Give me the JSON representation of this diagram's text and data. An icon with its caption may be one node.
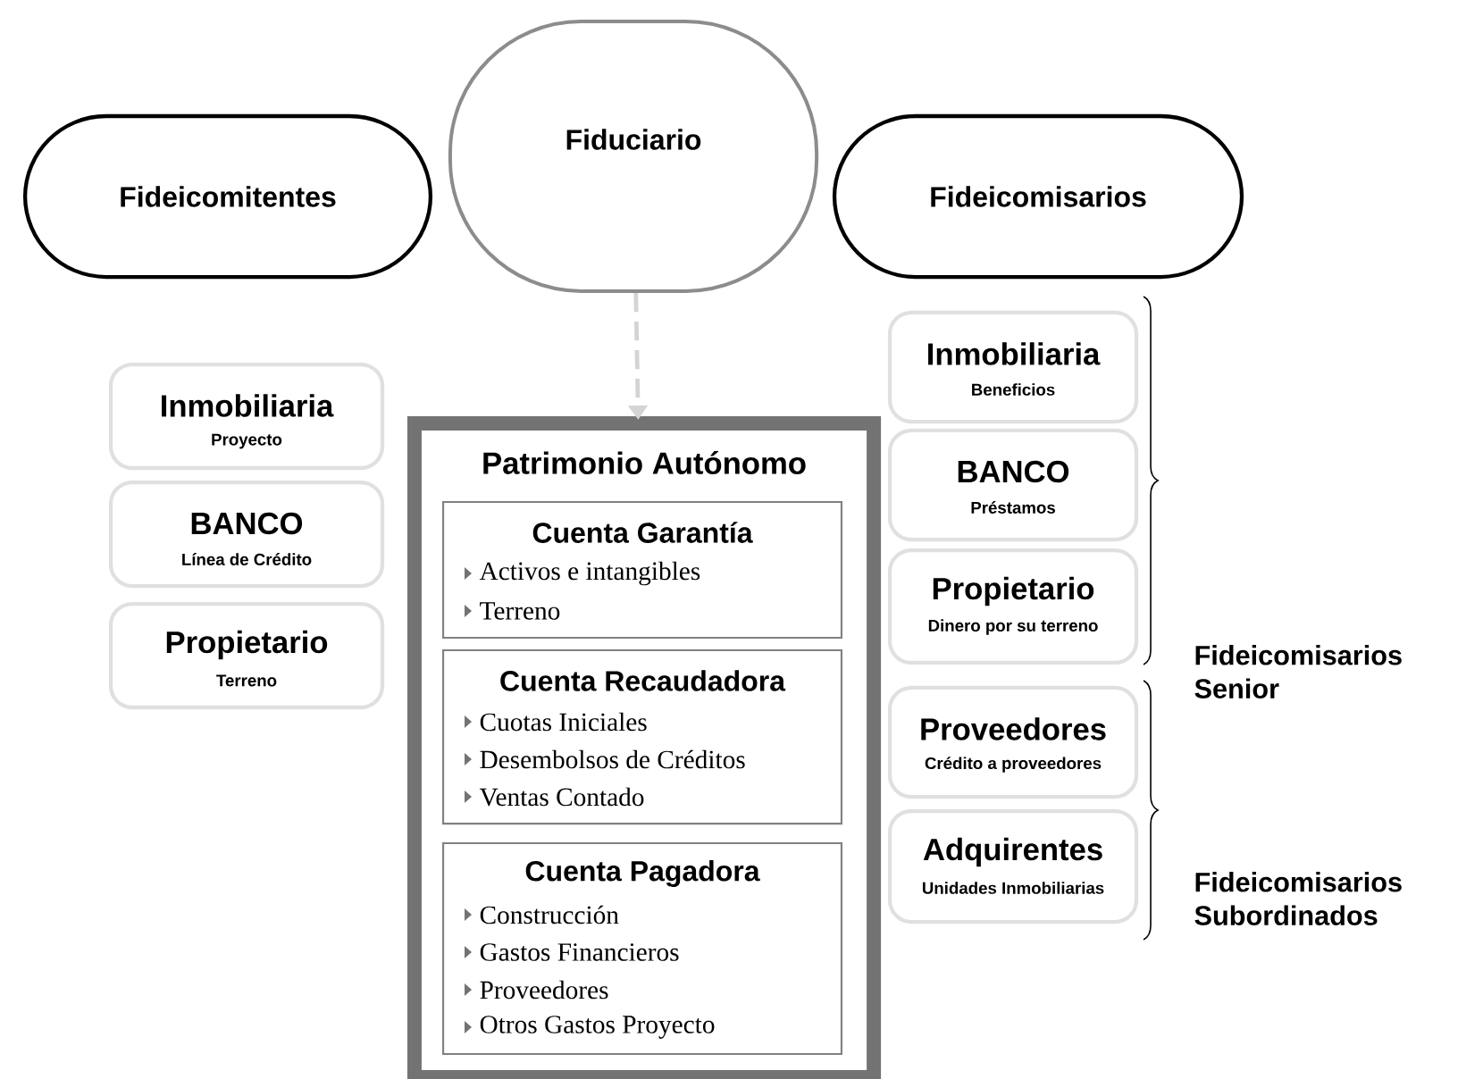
{
  "diagram": {
    "nodes": [
      {
        "text": [
          "Fideicomitentes"
        ]
      },
      {
        "text": [
          "Fiduciario"
        ]
      },
      {
        "text": [
          "Fideicomisarios"
        ]
      },
      {
        "text": [
          "Inmobiliaria",
          "Proyecto"
        ]
      },
      {
        "text": [
          "BANCO",
          "Línea de Crédito"
        ]
      },
      {
        "text": [
          "Propietario",
          "Terreno"
        ]
      },
      {
        "text": [
          "Patrimonio Autónomo"
        ]
      },
      {
        "text": [
          "Cuenta Garantía",
          "Activos e intangibles",
          "Terreno"
        ],
        "in": 6
      },
      {
        "text": [
          "Cuenta Recaudadora",
          "Cuotas Iniciales",
          "Desembolsos de Créditos",
          "Ventas Contado"
        ],
        "in": 6
      },
      {
        "text": [
          "Cuenta Pagadora",
          "Construcción",
          "Gastos Financieros",
          "Proveedores",
          "Otros Gastos Proyecto"
        ],
        "in": 6
      },
      {
        "text": [
          "Inmobiliaria",
          "Beneficios"
        ]
      },
      {
        "text": [
          "BANCO",
          "Préstamos"
        ]
      },
      {
        "text": [
          "Propietario",
          "Dinero por su terreno"
        ]
      },
      {
        "text": [
          "Proveedores",
          "Crédito a proveedores"
        ]
      },
      {
        "text": [
          "Adquirentes",
          "Unidades Inmobiliarias"
        ]
      }
    ],
    "edges": [
      {
        "from": 1,
        "to": 6,
        "arrow": "to",
        "style": "dashed",
        "color": "#d4d4d4"
      }
    ],
    "labels": [
      "Fideicomisarios Senior",
      "Fideicomisarios Subordinados"
    ]
  }
}
